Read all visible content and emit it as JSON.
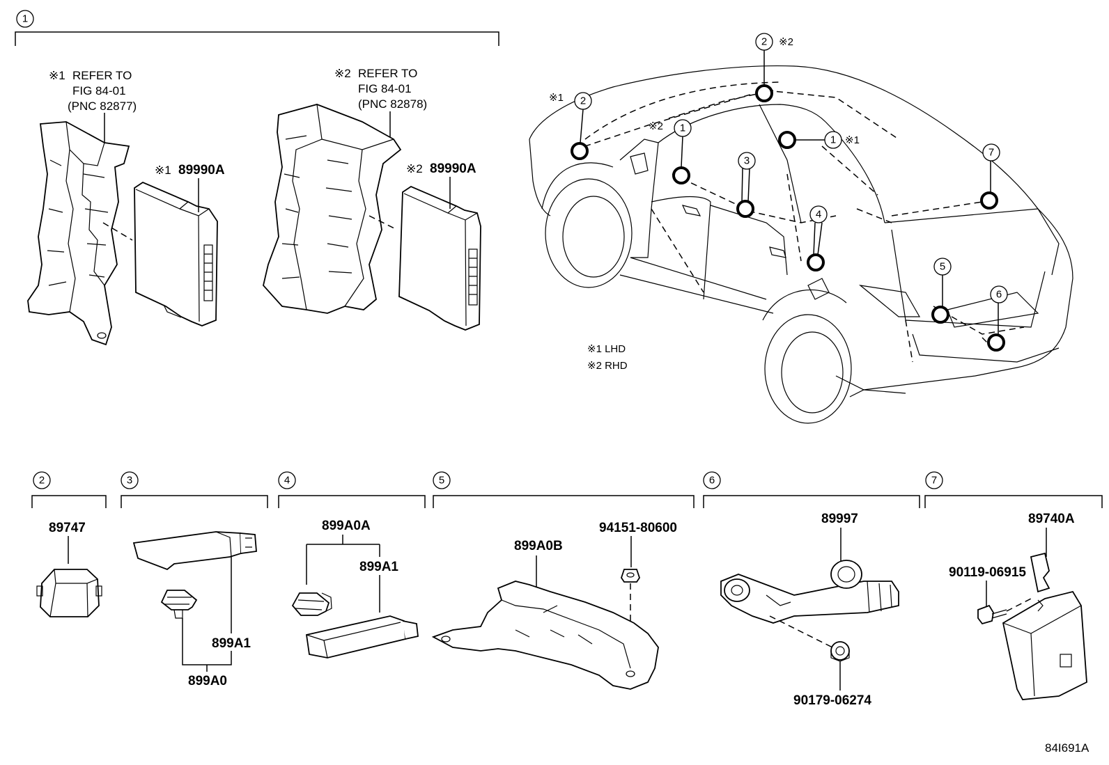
{
  "groups": {
    "g1": "1",
    "g2": "2",
    "g3": "3",
    "g4": "4",
    "g5": "5",
    "g6": "6",
    "g7": "7"
  },
  "refs": {
    "lhd_mark": "※1",
    "lhd_l1": "REFER TO",
    "lhd_l2": "FIG 84-01",
    "lhd_l3": "(PNC 82877)",
    "rhd_mark": "※2",
    "rhd_l1": "REFER TO",
    "rhd_l2": "FIG 84-01",
    "rhd_l3": "(PNC 82878)"
  },
  "parts": {
    "ecu_lhd_mark": "※1",
    "ecu_lhd": "89990A",
    "ecu_rhd_mark": "※2",
    "ecu_rhd": "89990A",
    "p89747": "89747",
    "p899A1_g3": "899A1",
    "p899A0": "899A0",
    "p899A0A": "899A0A",
    "p899A1_g4": "899A1",
    "p899A0B": "899A0B",
    "p94151": "94151-80600",
    "p89997": "89997",
    "p90179": "90179-06274",
    "p89740A": "89740A",
    "p90119": "90119-06915"
  },
  "car_callouts": {
    "c2_top_mark": "※2",
    "c2_left_mark": "※1",
    "c1_left_mark": "※2",
    "c1_right_mark": "※1",
    "n1": "1",
    "n2": "2",
    "n3": "3",
    "n4": "4",
    "n5": "5",
    "n6": "6",
    "n7": "7"
  },
  "legend": {
    "lhd": "※1 LHD",
    "rhd": "※2 RHD"
  },
  "figure_id": "84I691A"
}
